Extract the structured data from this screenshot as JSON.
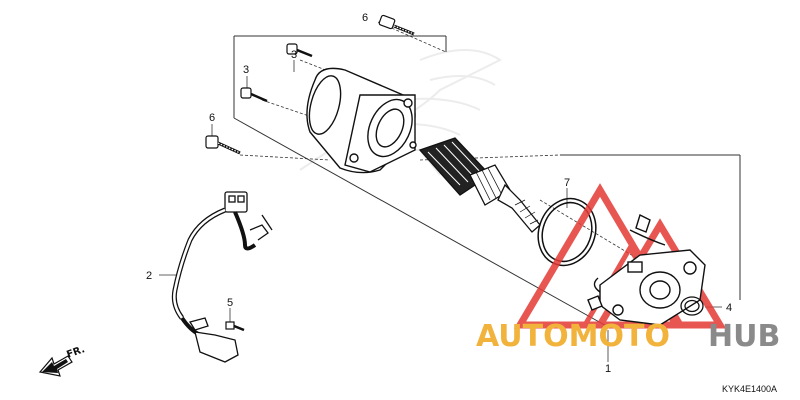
{
  "diagram": {
    "callouts": {
      "c1": "1",
      "c2": "2",
      "c3a": "3",
      "c3b": "3",
      "c4": "4",
      "c5": "5",
      "c6a": "6",
      "c6b": "6",
      "c7": "7"
    },
    "direction_label": "FR.",
    "drawing_code": "KYK4E1400A"
  },
  "watermark": {
    "brand_part1": "AUTOMOTO",
    "brand_part2": "HUB",
    "colors": {
      "orange": "#f2b33d",
      "gray": "#8a8a8a",
      "red": "#e53935"
    }
  }
}
